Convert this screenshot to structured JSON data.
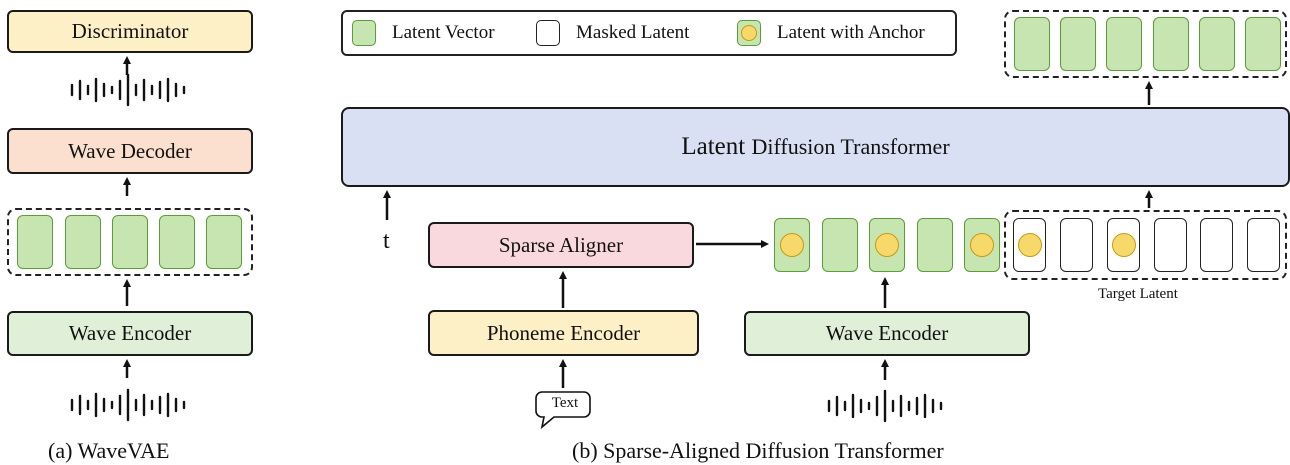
{
  "panel_a": {
    "caption": "(a) WaveVAE",
    "discriminator": "Discriminator",
    "wave_decoder": "Wave Decoder",
    "wave_encoder": "Wave Encoder",
    "latent_count": 5
  },
  "panel_b": {
    "caption": "(b) Sparse-Aligned Diffusion Transformer",
    "legend": {
      "latent_vector": "Latent Vector",
      "masked_latent": "Masked Latent",
      "latent_with_anchor": "Latent with Anchor"
    },
    "ldt_prefix": "Latent",
    "ldt_rest": "Diffusion Transformer",
    "timestep_label": "t",
    "sparse_aligner": "Sparse Aligner",
    "phoneme_encoder": "Phoneme Encoder",
    "wave_encoder": "Wave Encoder",
    "text_bubble": "Text",
    "target_latent": "Target Latent",
    "output_latent_count": 6
  },
  "colors": {
    "discriminator": "#fdf0c6",
    "wave_decoder": "#fbe0d0",
    "wave_encoder": "#e0efd8",
    "ldt": "#d9e0f3",
    "sparse_aligner": "#f9d9de",
    "phoneme_encoder": "#fdf0c6",
    "latent_fill": "#c6e5b1",
    "latent_border": "#5e9c3a",
    "anchor_fill": "#f7d96b"
  }
}
